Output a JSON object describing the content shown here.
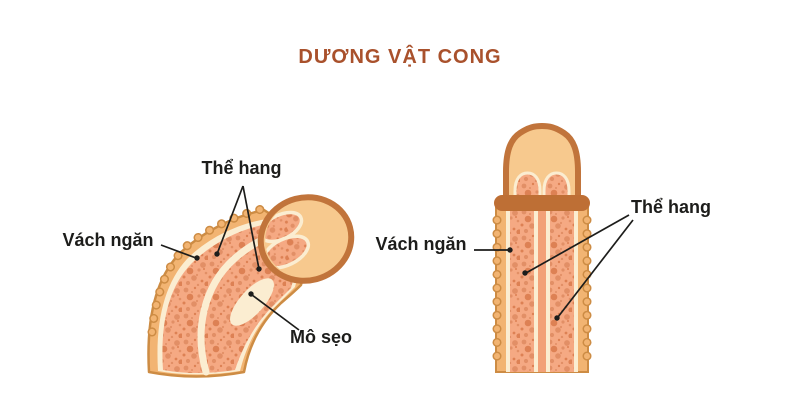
{
  "title": "DƯƠNG VẬT CONG",
  "figures": {
    "left": {
      "labels": {
        "the_hang": "Thể hang",
        "vach_ngan": "Vách ngăn",
        "mo_seo": "Mô sẹo"
      }
    },
    "right": {
      "labels": {
        "vach_ngan": "Vách ngăn",
        "the_hang": "Thể hang"
      }
    }
  },
  "colors": {
    "title": "#A9512C",
    "label": "#1D1D1B",
    "line": "#1D1D1B",
    "skin": "#F2B472",
    "outline": "#CD8C44",
    "cream": "#FBEDD1",
    "tissue": "#F5A983",
    "spot": "#E28F66",
    "spot2": "#DD8154",
    "glans": "#F7C98E",
    "ring": "#C1743B",
    "corona": "#BE6F35",
    "mid": "#F2A178"
  }
}
